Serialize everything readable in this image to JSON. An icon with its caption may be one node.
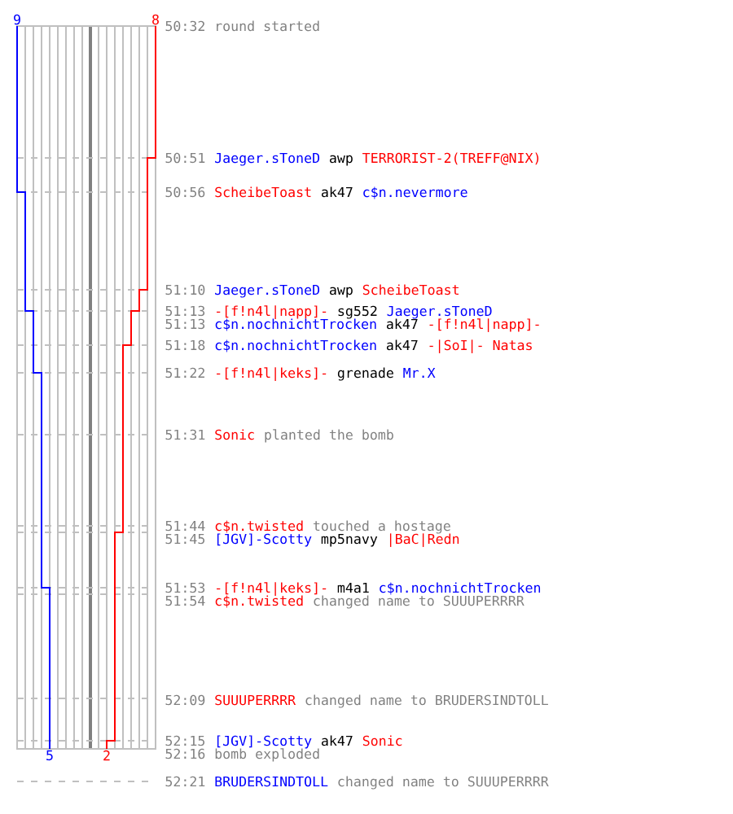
{
  "diagram": {
    "labels": [
      "9",
      "8",
      "50:32",
      "round started",
      "50:51",
      "Jaeger.sToneD",
      "awp",
      "TERRORIST-2(TREFF@NIX)",
      "50:56",
      "ScheibeToast",
      "ak47",
      "c$n.nevermore",
      "51:10",
      "Jaeger.sToneD",
      "awp",
      "ScheibeToast",
      "51:13",
      "-[f!n4l|napp]-",
      "sg552",
      "Jaeger.sToneD",
      "51:13",
      "c$n.nochnichtTrocken",
      "ak47",
      "-[f!n4l|napp]-",
      "51:18",
      "c$n.nochnichtTrocken",
      "ak47",
      "-|SoI|- Natas",
      "51:22",
      "-[f!n4l|keks]-",
      "grenade",
      "Mr.X",
      "51:31",
      "Sonic",
      "planted the bomb",
      "51:44",
      "c$n.twisted",
      "touched a hostage",
      "51:45",
      "[JGV]-Scotty",
      "mp5navy",
      "|BaC|Redn",
      "51:53",
      "-[f!n4l|keks]-",
      "m4a1",
      "c$n.nochnichtTrocken",
      "51:54",
      "c$n.twisted",
      "changed name to SUUUPERRRR",
      "52:09",
      "SUUUPERRRR",
      "changed name to BRUDERSINDTOLL",
      "52:15",
      "[JGV]-Scotty",
      "ak47",
      "Sonic",
      "5",
      "2",
      "52:16",
      "bomb exploded",
      "52:21",
      "BRUDERSINDTOLL",
      "changed name to SUUUPERRRR"
    ]
  }
}
